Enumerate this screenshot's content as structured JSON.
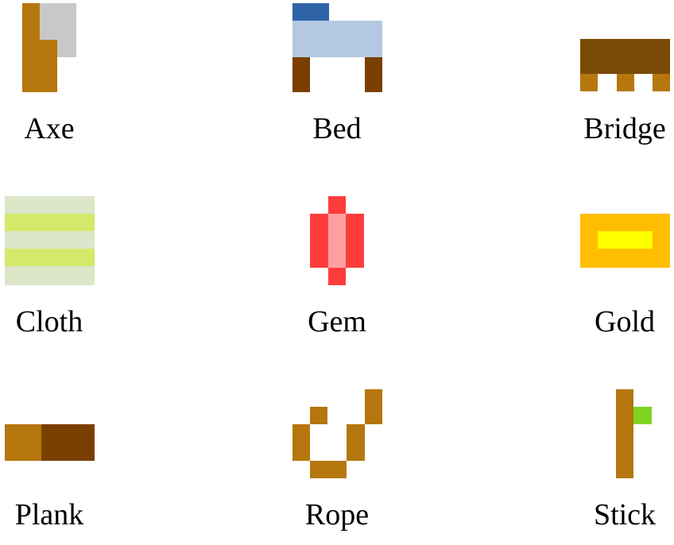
{
  "items": [
    {
      "name": "Axe"
    },
    {
      "name": "Bed"
    },
    {
      "name": "Bridge"
    },
    {
      "name": "Cloth"
    },
    {
      "name": "Gem"
    },
    {
      "name": "Gold"
    },
    {
      "name": "Plank"
    },
    {
      "name": "Rope"
    },
    {
      "name": "Stick"
    }
  ],
  "colors": {
    "wood": "#B5770D",
    "dark_wood": "#7A3F00",
    "bridge_top": "#7B4A06",
    "steel": "#C8C8C8",
    "bed_sheet": "#B4C8E2",
    "bed_pillow": "#2D63A6",
    "cloth_pale": "#DCE6C8",
    "cloth_lime": "#D4E86A",
    "gem_red": "#FF3C3C",
    "gem_pink": "#FFA0A0",
    "gold_outer": "#FFBE00",
    "gold_inner": "#FFFF00",
    "leaf_green": "#7ED321"
  }
}
